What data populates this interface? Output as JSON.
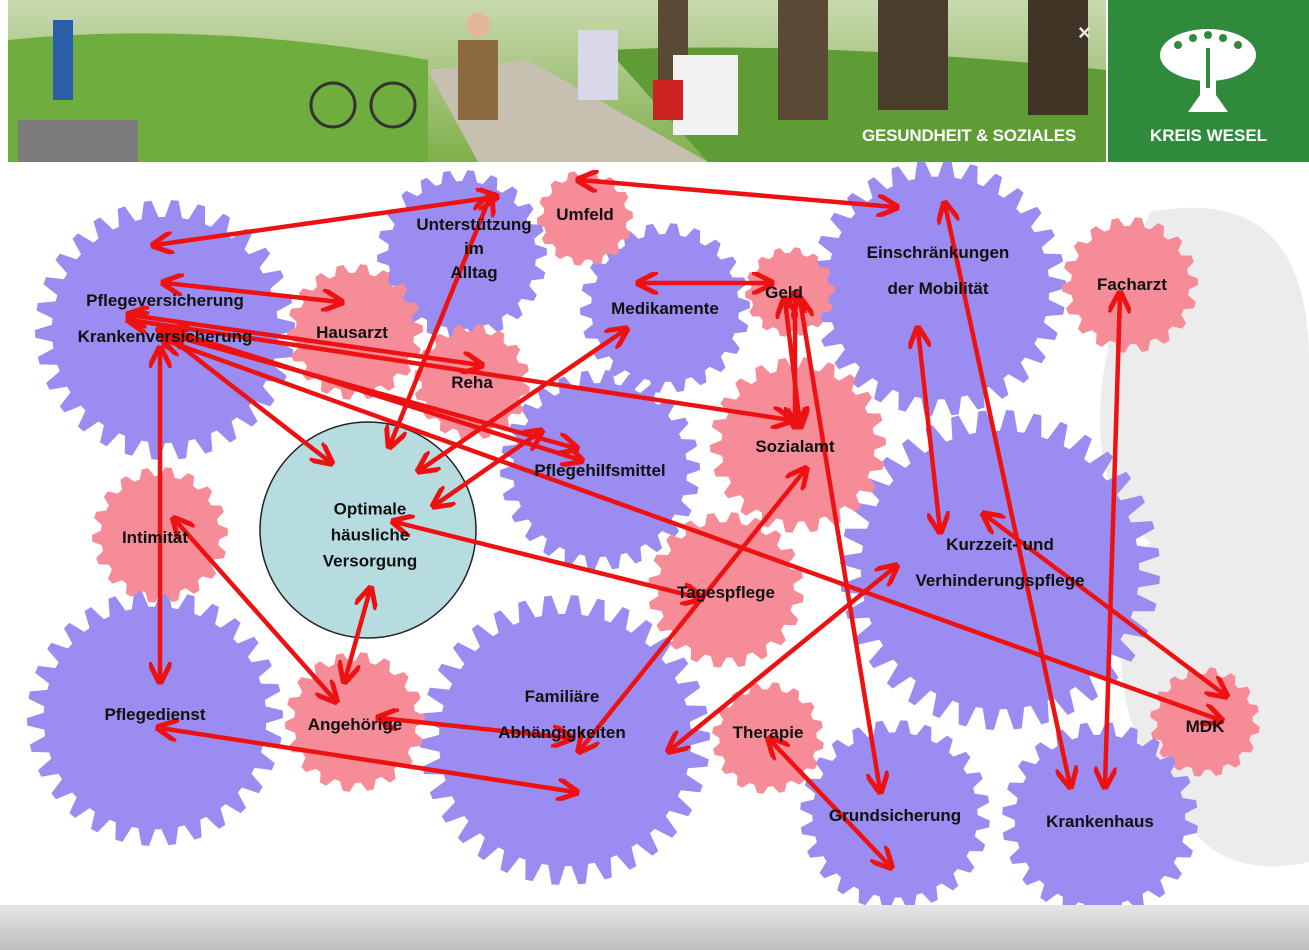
{
  "header": {
    "section_label": "GESUNDHEIT & SOZIALES",
    "brand_name": "KREIS WESEL",
    "close_symbol": "×",
    "brand_color": "#2f8a3c"
  },
  "diagram": {
    "center": {
      "lines": [
        "Optimale",
        "häusliche",
        "Versorgung"
      ]
    },
    "nodes": [
      {
        "id": "pflegeversicherung",
        "lines": [
          "Pflegeversicherung",
          "Krankenversicherung"
        ],
        "kind": "main"
      },
      {
        "id": "unterstuetzung",
        "lines": [
          "Unterstützung",
          "im",
          "Alltag"
        ],
        "kind": "main"
      },
      {
        "id": "umfeld",
        "lines": [
          "Umfeld"
        ],
        "kind": "minor"
      },
      {
        "id": "medikamente",
        "lines": [
          "Medikamente"
        ],
        "kind": "main"
      },
      {
        "id": "geld",
        "lines": [
          "Geld"
        ],
        "kind": "minor"
      },
      {
        "id": "mobilitaet",
        "lines": [
          "Einschränkungen",
          "der Mobilität"
        ],
        "kind": "main"
      },
      {
        "id": "facharzt",
        "lines": [
          "Facharzt"
        ],
        "kind": "minor"
      },
      {
        "id": "hausarzt",
        "lines": [
          "Hausarzt"
        ],
        "kind": "minor"
      },
      {
        "id": "reha",
        "lines": [
          "Reha"
        ],
        "kind": "minor"
      },
      {
        "id": "pflegehilfsmittel",
        "lines": [
          "Pflegehilfsmittel"
        ],
        "kind": "main"
      },
      {
        "id": "sozialamt",
        "lines": [
          "Sozialamt"
        ],
        "kind": "minor"
      },
      {
        "id": "intimitaet",
        "lines": [
          "Intimität"
        ],
        "kind": "minor"
      },
      {
        "id": "kurzzeitpflege",
        "lines": [
          "Kurzzeit- und",
          "Verhinderungspflege"
        ],
        "kind": "main"
      },
      {
        "id": "tagespflege",
        "lines": [
          "Tagespflege"
        ],
        "kind": "minor"
      },
      {
        "id": "pflegedienst",
        "lines": [
          "Pflegedienst"
        ],
        "kind": "main"
      },
      {
        "id": "angehoerige",
        "lines": [
          "Angehörige"
        ],
        "kind": "minor"
      },
      {
        "id": "familiaere",
        "lines": [
          "Familiäre",
          "Abhängigkeiten"
        ],
        "kind": "main"
      },
      {
        "id": "therapie",
        "lines": [
          "Therapie"
        ],
        "kind": "minor"
      },
      {
        "id": "mdk",
        "lines": [
          "MDK"
        ],
        "kind": "minor"
      },
      {
        "id": "grundsicherung",
        "lines": [
          "Grundsicherung"
        ],
        "kind": "main"
      },
      {
        "id": "krankenhaus",
        "lines": [
          "Krankenhaus"
        ],
        "kind": "main"
      }
    ],
    "colors": {
      "main_gear": "#9a8cf0",
      "minor_gear": "#f58c98",
      "center_fill": "#b6dce0",
      "arrow": "#ee1111"
    }
  }
}
